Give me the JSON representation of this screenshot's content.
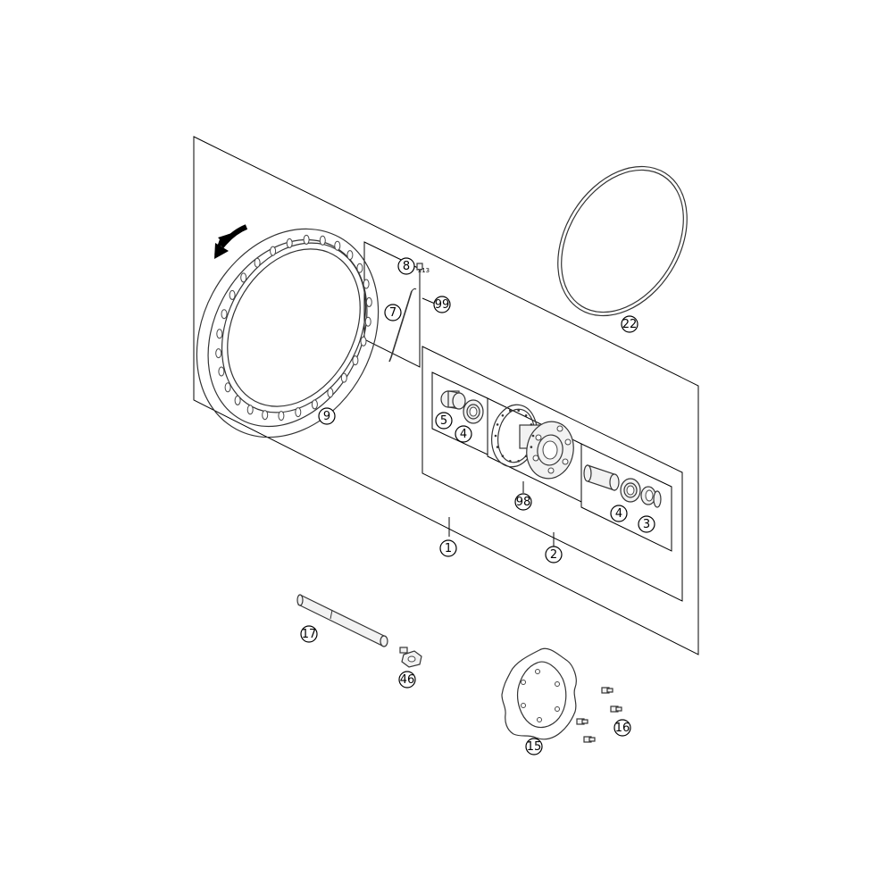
{
  "callouts": {
    "c1": "1",
    "c2": "2",
    "c3": "3",
    "c4a": "4",
    "c4b": "4",
    "c5": "5",
    "c7": "7",
    "c8": "8",
    "c9": "9",
    "c15": "15",
    "c16": "16",
    "c17": "17",
    "c22": "22",
    "c46": "46",
    "c98": "98",
    "c99": "99"
  },
  "spoke_kit_label": "x13"
}
